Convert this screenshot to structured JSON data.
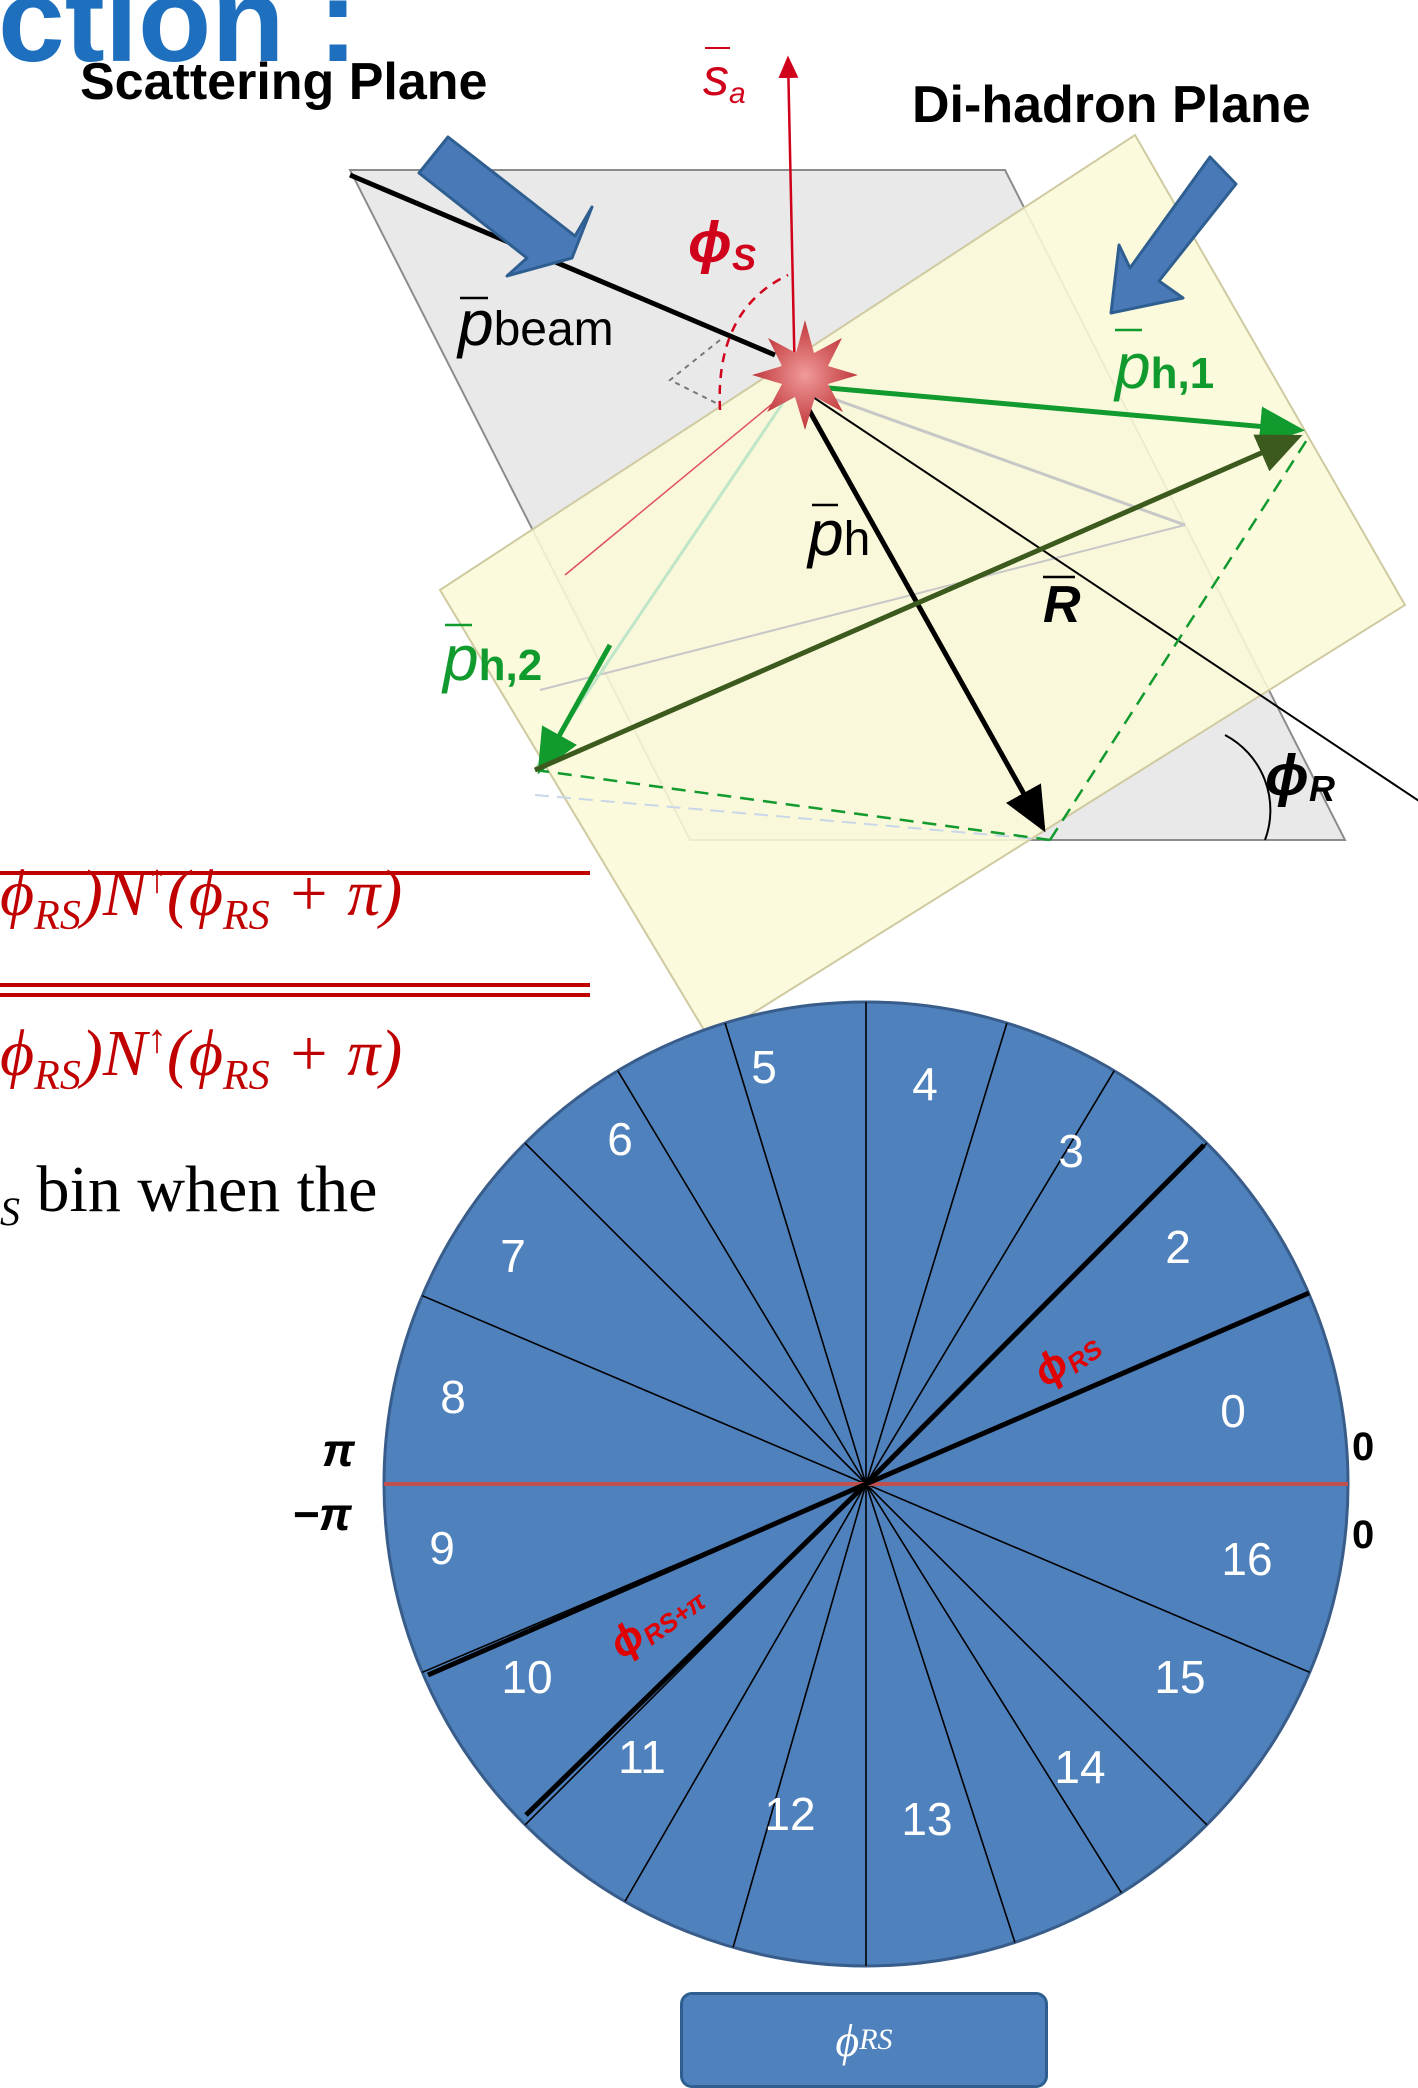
{
  "colors": {
    "title": "#1f6fbf",
    "accent_red": "#c00000",
    "wheel_fill": "#4f81bd",
    "wheel_line": "#000000",
    "zero_line": "#c0504d",
    "green": "#119a2e",
    "arrow_blue": "#4a79b8",
    "dihadron_plane": "#fbf9d7",
    "scattering_plane": "#e9e9e9",
    "button_fill": "#4f81bd"
  },
  "title_fragment": "ction :",
  "labels": {
    "scattering_plane": "Scattering Plane",
    "dihadron_plane": "Di-hadron Plane"
  },
  "diagram": {
    "s_a": "s",
    "s_a_sub": "a",
    "phi_s": "ϕ",
    "phi_s_sub": "S",
    "p_beam": "p",
    "p_beam_sub": "beam",
    "p_h1": "p",
    "p_h1_sub": "h,1",
    "p_h": "p",
    "p_h_sub": "h",
    "R": "R",
    "p_h2": "p",
    "p_h2_sub": "h,2",
    "phi_R": "ϕ",
    "phi_R_sub": "R"
  },
  "formula": {
    "numerator_text": "ϕRS)N↑(ϕRS + π)",
    "denominator_text": "ϕRS)N↑(ϕRS + π)",
    "sub_RS": "RS",
    "phi": "ϕ",
    "N": "N",
    "up": "↑",
    "plus_pi": " + π)",
    "close_paren": ")",
    "open_paren": "("
  },
  "body_text": {
    "fragment_s": "S",
    "fragment": "bin when the"
  },
  "wheel": {
    "segment_numbers": [
      "0",
      "2",
      "3",
      "4",
      "5",
      "6",
      "7",
      "8",
      "9",
      "10",
      "11",
      "12",
      "13",
      "14",
      "15",
      "16"
    ],
    "phi_rs_label": "ϕ",
    "phi_rs_sub": "RS",
    "phi_rs_pi_label": "ϕ",
    "phi_rs_pi_sub": "RS+π",
    "left_pi_top": "π",
    "left_pi_bottom": "−π",
    "right_zero_top": "0",
    "right_zero_bottom": "0"
  },
  "button": {
    "label": "ϕRS",
    "phi": "ϕ",
    "sub": "RS"
  }
}
